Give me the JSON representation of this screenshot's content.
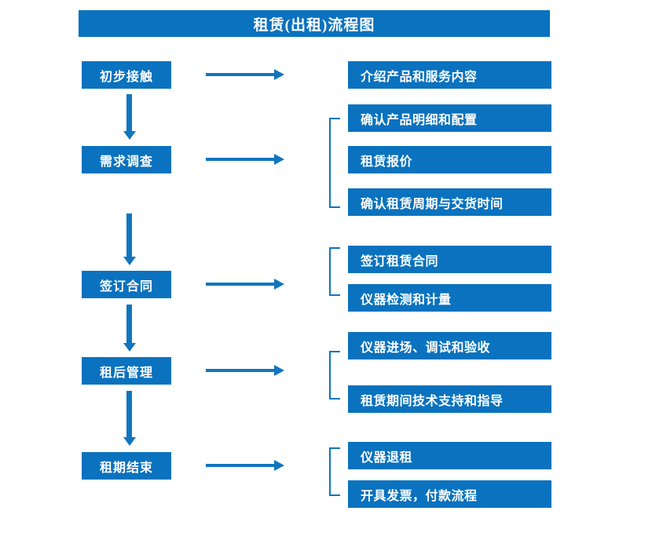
{
  "title": {
    "text": "租赁(出租)流程图"
  },
  "colors": {
    "box_fill": "#0A72BE",
    "box_text": "#FFFFFF",
    "arrow": "#1175BE",
    "bracket": "#1175BE",
    "background": "#FFFFFF"
  },
  "stages": [
    {
      "label": "初步接触"
    },
    {
      "label": "需求调查"
    },
    {
      "label": "签订合同"
    },
    {
      "label": "租后管理"
    },
    {
      "label": "租期结束"
    }
  ],
  "details": [
    {
      "label": "介绍产品和服务内容"
    },
    {
      "label": "确认产品明细和配置"
    },
    {
      "label": "租赁报价"
    },
    {
      "label": "确认租赁周期与交货时间"
    },
    {
      "label": "签订租赁合同"
    },
    {
      "label": "仪器检测和计量"
    },
    {
      "label": "仪器进场、调试和验收"
    },
    {
      "label": "租赁期间技术支持和指导"
    },
    {
      "label": "仪器退租"
    },
    {
      "label": "开具发票，付款流程"
    }
  ],
  "icons": {
    "right_arrow": "right-arrow-icon",
    "down_arrow": "down-arrow-icon",
    "group_bracket": "group-bracket-icon"
  }
}
